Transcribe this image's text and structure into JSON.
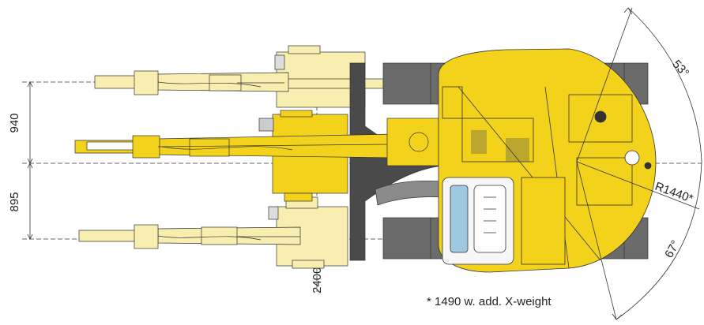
{
  "diagram": {
    "dimensions": {
      "offset_upper": "940",
      "offset_lower": "895",
      "boom_width": "2400",
      "tail_radius": "R1440*",
      "swing_angle_left": "53°",
      "swing_angle_right": "67°"
    },
    "footnote": "* 1490 w. add. X-weight",
    "colors": {
      "machine_yellow": "#f2d21a",
      "boom_pale": "#f7eeb0",
      "track_gray": "#6b6b6b",
      "frame_dark": "#4a4a4a",
      "glass_blue": "#9ec9e0",
      "line": "#333333"
    },
    "views": [
      "offset-left-position",
      "center-position",
      "offset-right-position"
    ]
  }
}
